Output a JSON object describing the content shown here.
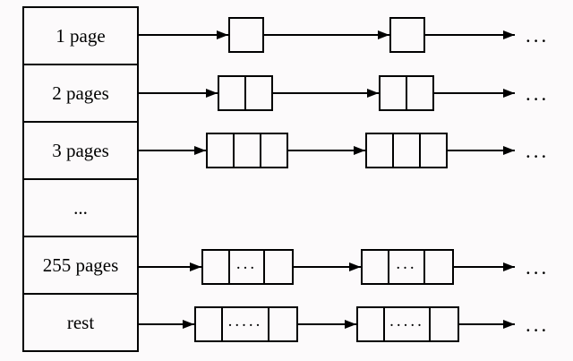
{
  "table": {
    "rows": [
      "1 page",
      "2 pages",
      "3 pages",
      "...",
      "255 pages",
      "rest"
    ]
  },
  "lists": [
    {
      "name": "1-page",
      "nodes": [
        {
          "cells": [
            ""
          ]
        },
        {
          "cells": [
            ""
          ]
        }
      ],
      "tail": "..."
    },
    {
      "name": "2-pages",
      "nodes": [
        {
          "cells": [
            "",
            ""
          ]
        },
        {
          "cells": [
            "",
            ""
          ]
        }
      ],
      "tail": "..."
    },
    {
      "name": "3-pages",
      "nodes": [
        {
          "cells": [
            "",
            "",
            ""
          ]
        },
        {
          "cells": [
            "",
            "",
            ""
          ]
        }
      ],
      "tail": "..."
    },
    {
      "name": "255-pages",
      "nodes": [
        {
          "cells": [
            "",
            "...",
            ""
          ]
        },
        {
          "cells": [
            "",
            "...",
            ""
          ]
        }
      ],
      "tail": "..."
    },
    {
      "name": "rest",
      "nodes": [
        {
          "cells": [
            "",
            ".....",
            ""
          ]
        },
        {
          "cells": [
            "",
            ".....",
            ""
          ]
        }
      ],
      "tail": "..."
    }
  ]
}
